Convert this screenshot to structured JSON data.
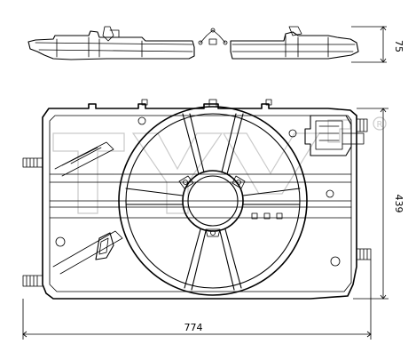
{
  "dimensions": {
    "top_height": "75",
    "height": "439",
    "width": "774"
  },
  "watermark": {
    "trademark": "R"
  },
  "colors": {
    "line": "#000000",
    "watermark": "#c9c9c9",
    "background": "#ffffff"
  }
}
